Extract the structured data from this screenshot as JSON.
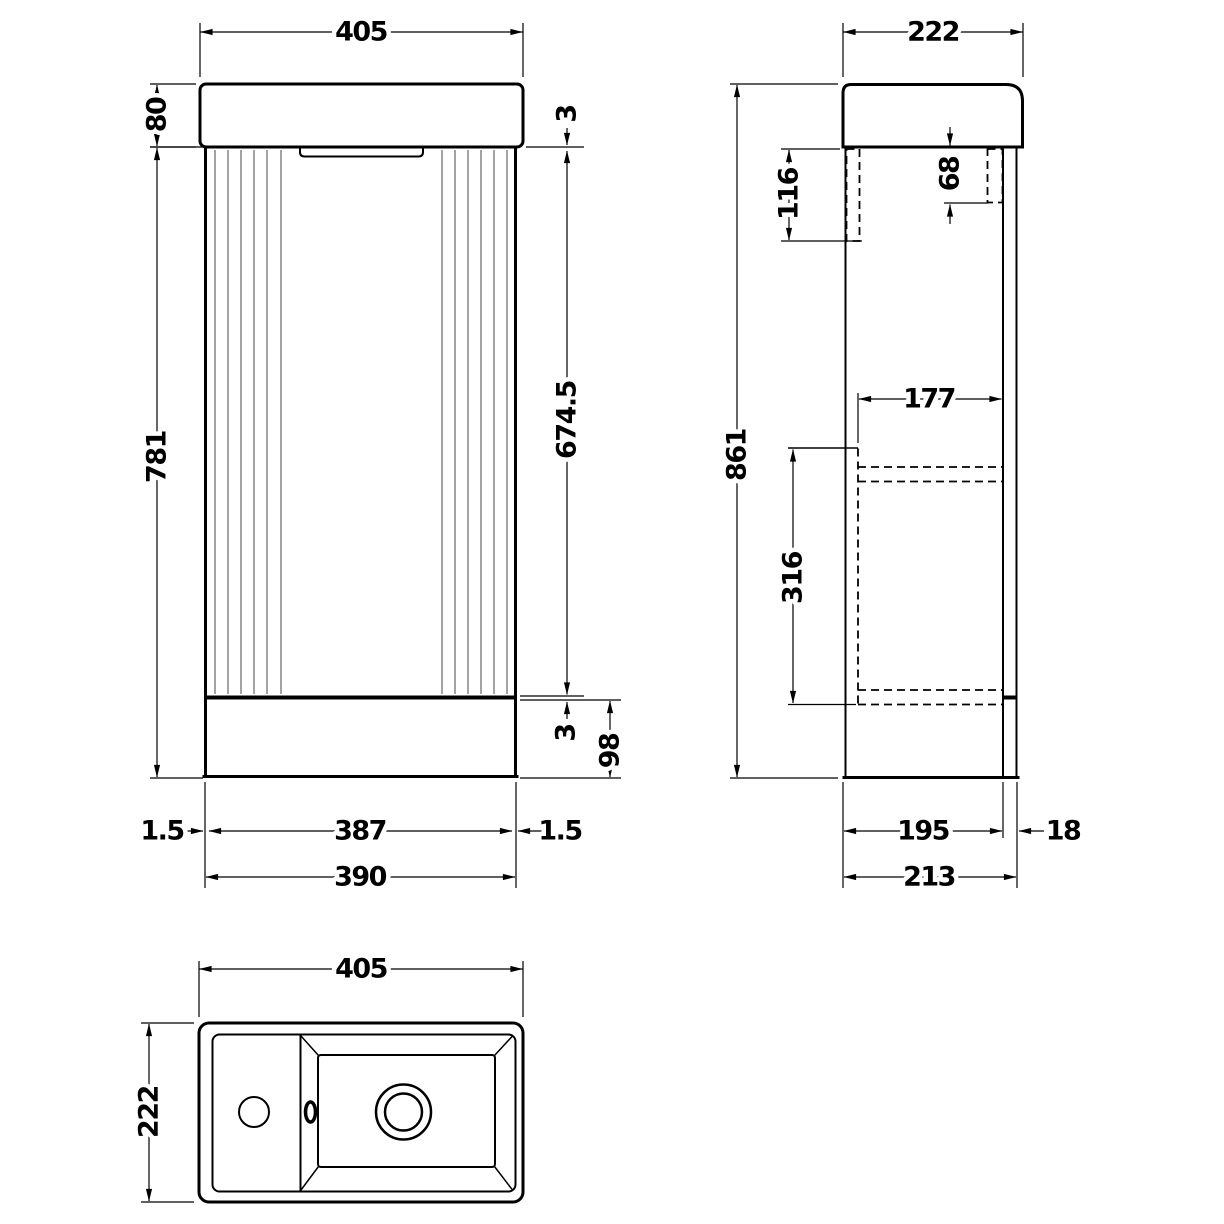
{
  "drawing": {
    "type": "technical-drawing",
    "subject": "wall-hung vanity unit with basin",
    "units": "mm",
    "colors": {
      "line": "#000000",
      "flute": "#8c8c8c",
      "background": "#ffffff"
    },
    "views": {
      "front": {
        "name": "front-elevation",
        "dimensions": {
          "basin_width": "405",
          "basin_height": "80",
          "cabinet_height": "781",
          "top_gap": "3",
          "door_height": "674.5",
          "bottom_gap": "3",
          "plinth_height": "98",
          "left_gap": "1.5",
          "door_width": "387",
          "right_gap": "1.5",
          "cabinet_width": "390"
        }
      },
      "side": {
        "name": "side-elevation",
        "dimensions": {
          "basin_depth": "222",
          "overall_height": "861",
          "rear_bracket_height": "116",
          "front_bracket_height": "68",
          "internal_depth": "177",
          "internal_height": "316",
          "carcass_depth": "195",
          "back_thickness": "18",
          "cabinet_depth": "213"
        }
      },
      "plan": {
        "name": "plan-view",
        "dimensions": {
          "basin_width": "405",
          "basin_depth": "222"
        }
      }
    }
  }
}
